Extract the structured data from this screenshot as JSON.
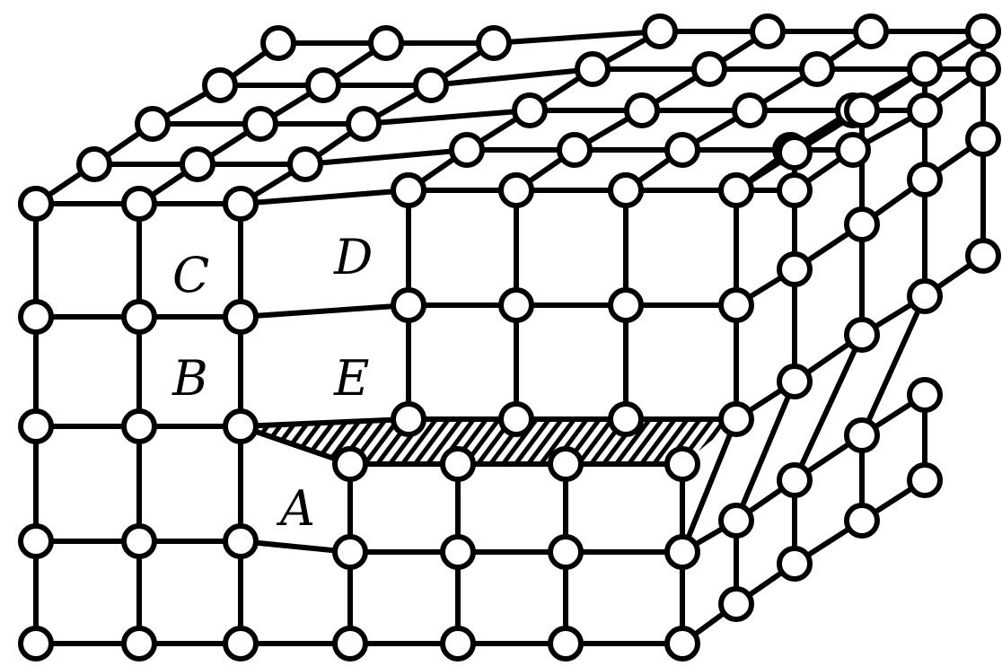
{
  "labels": {
    "A": "A",
    "B": "B",
    "C": "C",
    "D": "D",
    "E": "E"
  }
}
